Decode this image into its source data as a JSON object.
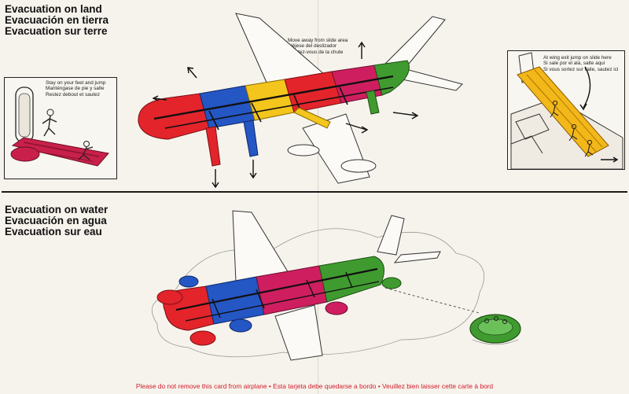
{
  "land": {
    "heading": [
      "Evacuation on land",
      "Evacuación en tierra",
      "Evacuation sur terre"
    ],
    "caption_feet": [
      "Stay on your feet and jump",
      "Manténgase de pie y salte",
      "Restez debout et sautez"
    ],
    "caption_move": [
      "Move away from slide area",
      "Aléjese del deslizador",
      "Ecartez-vous de la chute"
    ],
    "caption_wing": [
      "At wing exit jump on slide here",
      "Si sale por el ala, salte aquí",
      "Si vous sortez sur l'aile, sautez ici"
    ]
  },
  "water": {
    "heading": [
      "Evacuation on water",
      "Evacuación en agua",
      "Evacuation sur eau"
    ]
  },
  "footer": "Please do not remove this card from airplane • Esta tarjeta debe quedarse a bordo • Veuillez bien laisser cette carte à bord",
  "colors": {
    "red": "#e3242b",
    "blue": "#2456c4",
    "yellow": "#f4c51c",
    "magenta": "#cf1e5f",
    "green": "#3f9b2f",
    "footer_text": "#d21b2c"
  }
}
